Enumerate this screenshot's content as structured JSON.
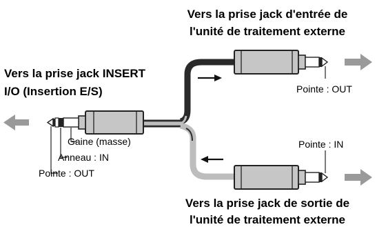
{
  "labels": {
    "input_jack_line1": "Vers la prise jack d'entrée de",
    "input_jack_line2": "l'unité de traitement externe",
    "insert_line1": "Vers la prise jack INSERT",
    "insert_line2": "I/O (Insertion E/S)",
    "tip_out_top": "Pointe : OUT",
    "tip_in": "Pointe : IN",
    "sleeve": "Gaine (masse)",
    "ring_in": "Anneau : IN",
    "tip_out_left": "Pointe : OUT",
    "output_jack_line1": "Vers la prise jack de sortie de",
    "output_jack_line2": "l'unité de traitement externe"
  },
  "colors": {
    "plug_body": "#c6c6c6",
    "plug_outline": "#222222",
    "cable_dark": "#2a2a2a",
    "cable_light": "#bdbdbd",
    "arrow_gray": "#9a9a9a"
  }
}
